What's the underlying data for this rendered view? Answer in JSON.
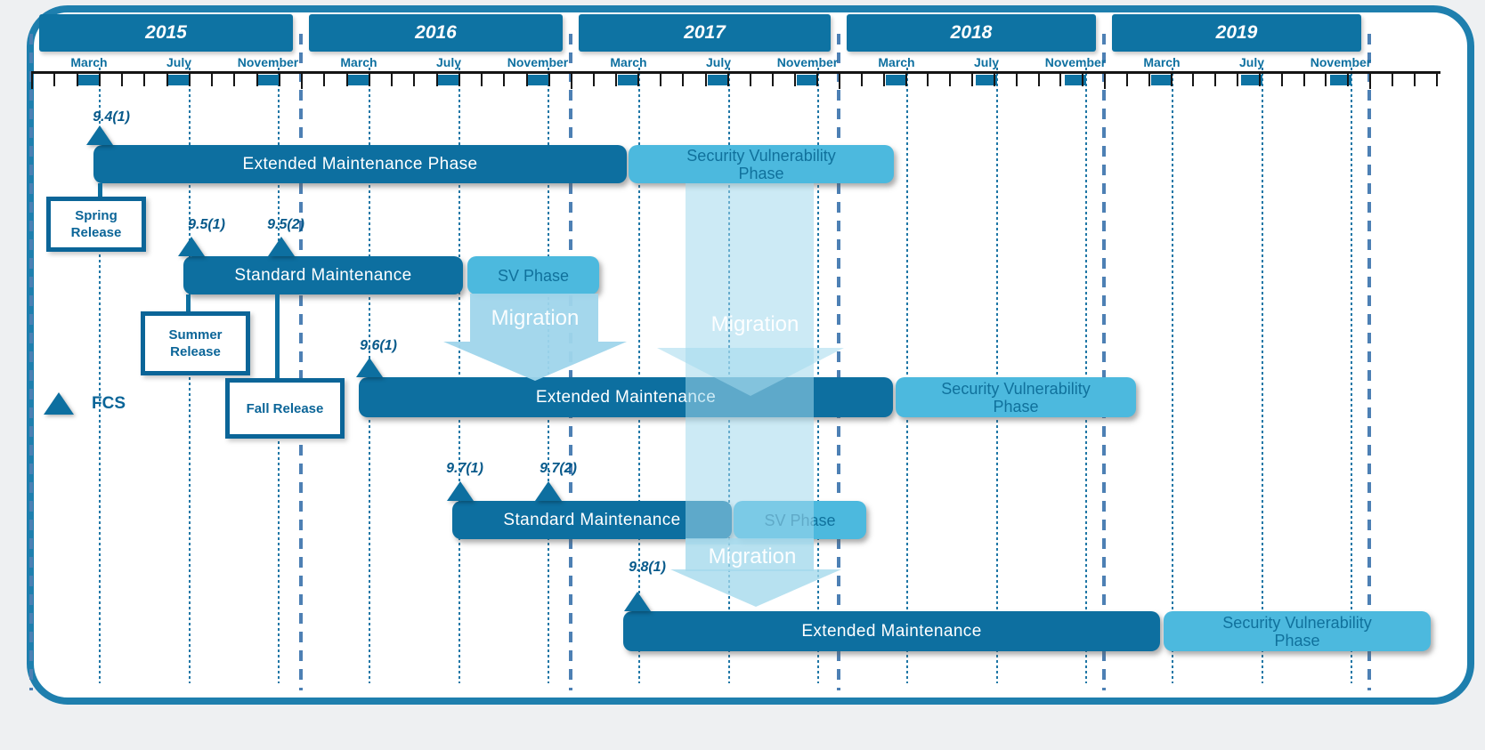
{
  "years": [
    "2015",
    "2016",
    "2017",
    "2018",
    "2019"
  ],
  "months": [
    "March",
    "July",
    "November"
  ],
  "legend": {
    "label": "FCS",
    "symbol": "fcs-triangle-icon"
  },
  "migration_label": "Migration",
  "releases": [
    "9.4(1)",
    "9.5(1)",
    "9.5(2)",
    "9.6(1)",
    "9.7(1)",
    "9.7(2)",
    "9.8(1)"
  ],
  "release_boxes": [
    "Spring Release",
    "Summer Release",
    "Fall Release"
  ],
  "rows": [
    {
      "phase_label": "Extended Maintenance Phase",
      "sv_label": "Security Vulnerability Phase"
    },
    {
      "phase_label": "Standard Maintenance",
      "sv_label": "SV Phase"
    },
    {
      "phase_label": "Extended Maintenance",
      "sv_label": "Security Vulnerability Phase"
    },
    {
      "phase_label": "Standard Maintenance",
      "sv_label": "SV Phase"
    },
    {
      "phase_label": "Extended Maintenance",
      "sv_label": "Security Vulnerability Phase"
    }
  ],
  "colors": {
    "bar_dark": "#0D6FA0",
    "bar_light": "#4CB9DE",
    "year_box": "#0E73A3",
    "accent_text": "#0B6598",
    "month_text": "#0E70A0",
    "migration_fill": "#A3D8EC",
    "dashed_line": "#4D80B4",
    "dotted_line": "#2077A6",
    "frame_border": "#1E7FAE",
    "ruler": "#151515"
  }
}
